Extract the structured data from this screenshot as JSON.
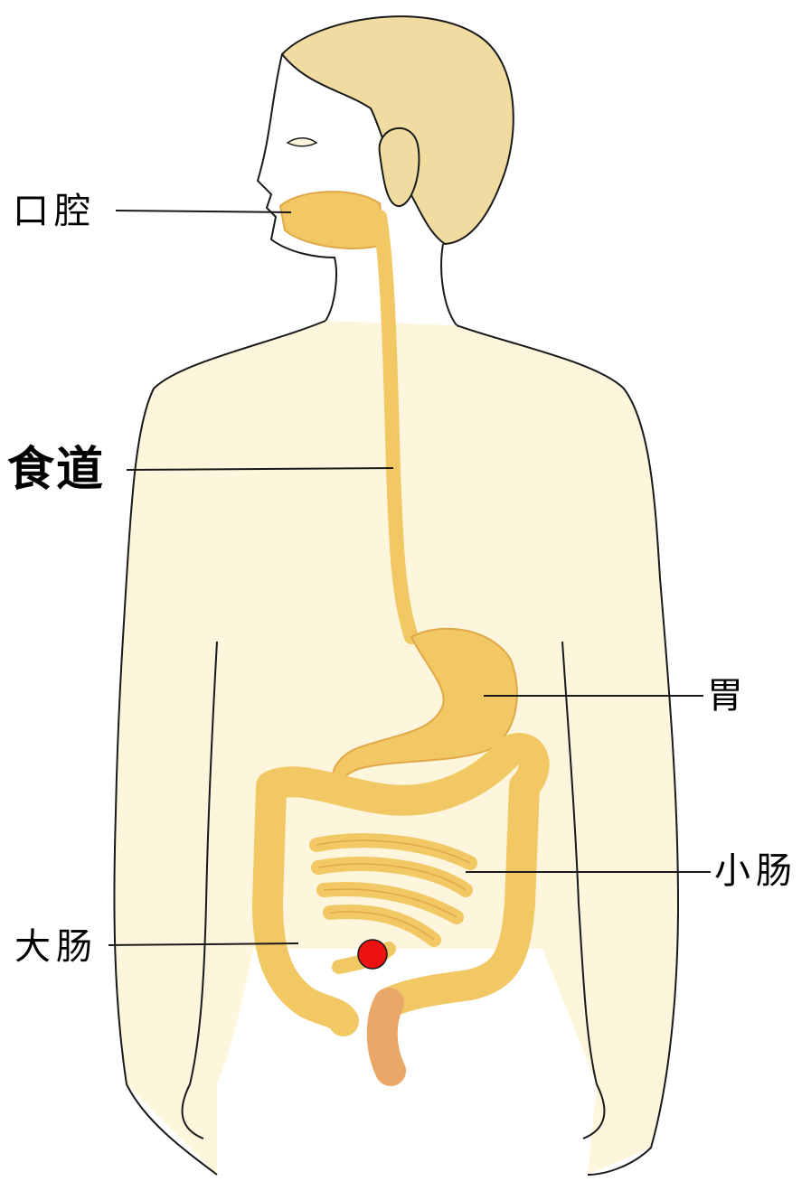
{
  "labels": {
    "mouth": "口腔",
    "esophagus": "食道",
    "stomach": "胃",
    "small_intestine": "小肠",
    "large_intestine": "大肠"
  },
  "colors": {
    "outline": "#1a1a1a",
    "hair": "#f0dca0",
    "skin": "#fdf6dc",
    "organ": "#f2c864",
    "organ_dark": "#e0a848",
    "rectum": "#e9a868",
    "marker": "#ee1111"
  }
}
